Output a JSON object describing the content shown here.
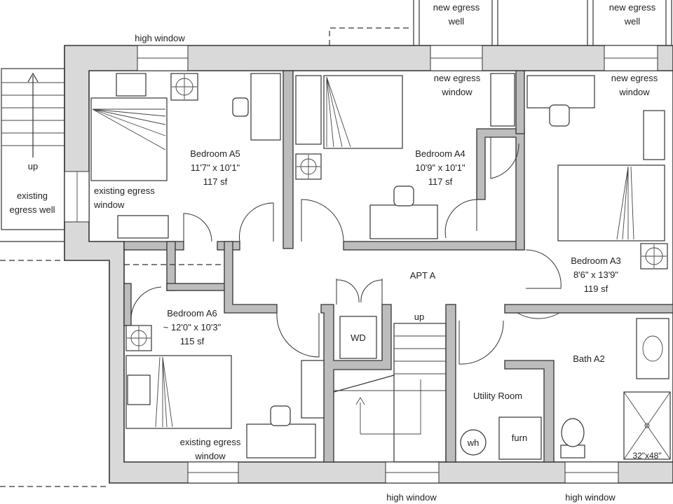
{
  "labels": {
    "high_window_top": "high window",
    "new_egress_well_1": "new egress\nwell",
    "new_egress_well_2": "new egress\nwell",
    "new_egress_window_a4": "new egress\nwindow",
    "new_egress_window_a3": "new egress\nwindow",
    "stair_up_left": "up",
    "existing_egress_well": "existing\negress well",
    "existing_egress_window_a5": "existing egress\nwindow",
    "existing_egress_window_a6": "existing egress\nwindow",
    "apt": "APT A",
    "wd": "WD",
    "stair_up_center": "up",
    "utility_room": "Utility Room",
    "wh": "wh",
    "furn": "furn",
    "bath": "Bath A2",
    "shower": "32\"x48\"",
    "high_window_bottom_1": "high window",
    "high_window_bottom_2": "high window"
  },
  "rooms": [
    {
      "id": "a5",
      "name": "Bedroom A5",
      "dims": "11'7\" x 10'1\"",
      "area": "117 sf"
    },
    {
      "id": "a4",
      "name": "Bedroom A4",
      "dims": "10'9\" x 10'1\"",
      "area": "117 sf"
    },
    {
      "id": "a3",
      "name": "Bedroom A3",
      "dims": "8'6\" x 13'9\"",
      "area": "119 sf"
    },
    {
      "id": "a6",
      "name": "Bedroom A6",
      "dims": "~ 12'0\" x 10'3\"",
      "area": "115 sf"
    }
  ]
}
